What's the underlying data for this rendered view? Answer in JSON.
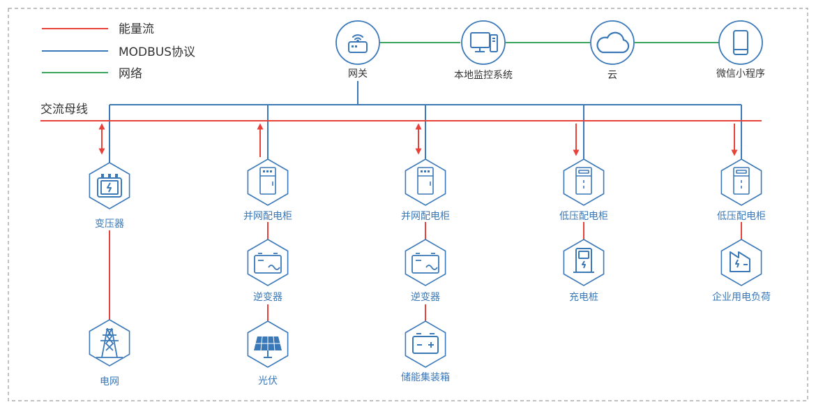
{
  "legend": {
    "items": [
      {
        "label": "能量流",
        "color": "#e8413a"
      },
      {
        "label": "MODBUS协议",
        "color": "#3a78b8"
      },
      {
        "label": "网络",
        "color": "#3aa55b"
      }
    ]
  },
  "bus": {
    "label": "交流母线"
  },
  "network_nodes": [
    {
      "label": "网关",
      "icon": "router-icon"
    },
    {
      "label": "本地监控系统",
      "icon": "computer-icon"
    },
    {
      "label": "云",
      "icon": "cloud-icon"
    },
    {
      "label": "微信小程序",
      "icon": "phone-icon"
    }
  ],
  "columns": [
    {
      "top": "变压器",
      "mid": null,
      "bottom": "电网",
      "energy": "bidirectional"
    },
    {
      "top": "并网配电柜",
      "mid": "逆变器",
      "bottom": "光伏",
      "energy": "up"
    },
    {
      "top": "并网配电柜",
      "mid": "逆变器",
      "bottom": "储能集装箱",
      "energy": "bidirectional"
    },
    {
      "top": "低压配电柜",
      "mid": "充电桩",
      "bottom": null,
      "energy": "down"
    },
    {
      "top": "低压配电柜",
      "mid": "企业用电负荷",
      "bottom": null,
      "energy": "down"
    }
  ],
  "colors": {
    "energy": "#e8413a",
    "modbus": "#3a78b8",
    "network": "#3aa55b",
    "icon": "#3a78b8",
    "border": "#9a9a9a"
  }
}
